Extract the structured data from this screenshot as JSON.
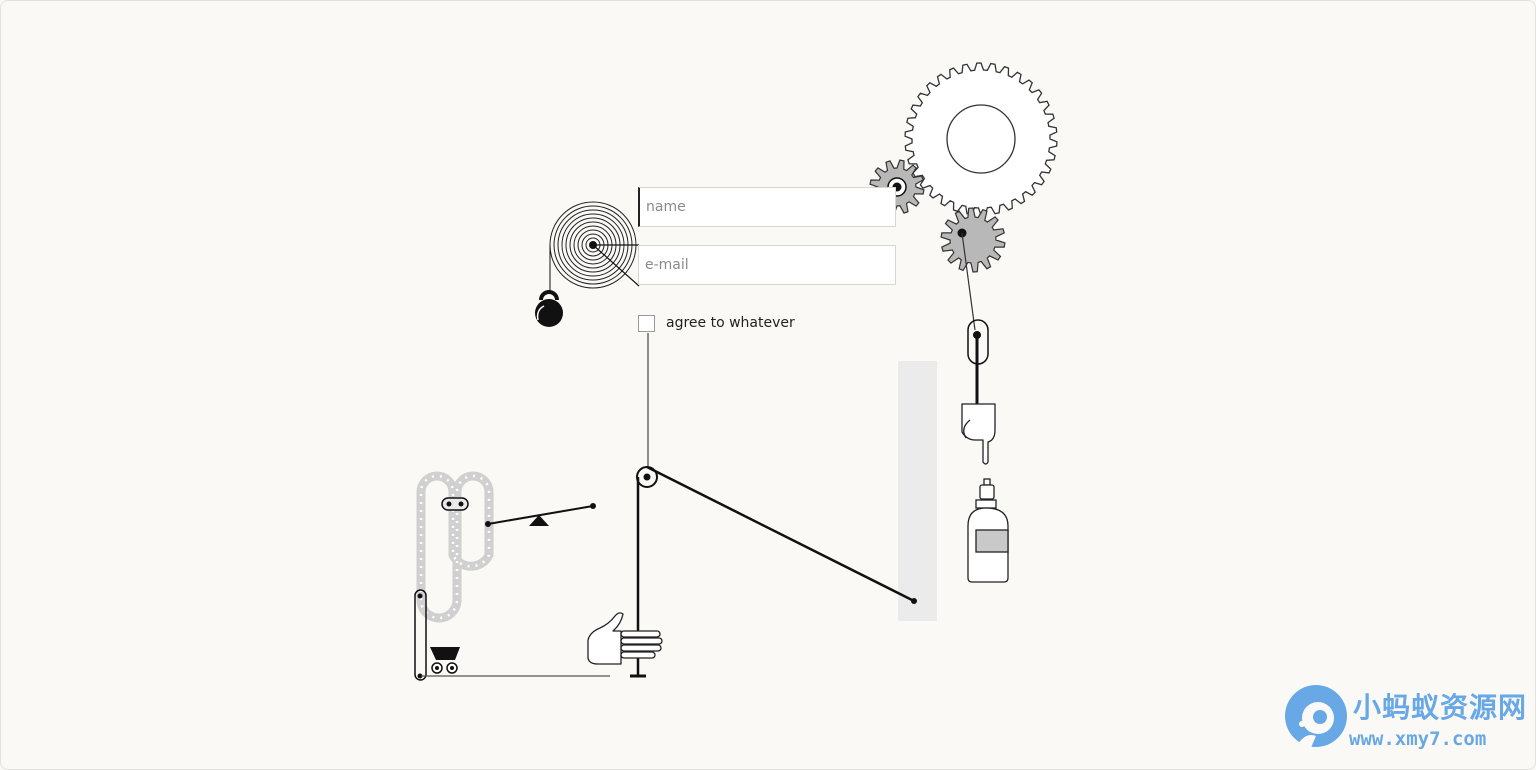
{
  "form": {
    "name_placeholder": "name",
    "email_placeholder": "e-mail",
    "agree_label": "agree to whatever",
    "agree_checked": false
  },
  "icons": [
    "spiral-spring-icon",
    "kettlebell-icon",
    "gear-icon",
    "hand-icon",
    "spray-bottle-icon",
    "conveyor-chain-icon",
    "seesaw-icon",
    "cart-icon",
    "pulley-icon"
  ],
  "watermark": {
    "title": "小蚂蚁资源网",
    "url": "www.xmy7.com"
  },
  "colors": {
    "background": "#faf9f6",
    "gear_fill": "#b8b8b8",
    "watermark": "#68a8e6",
    "ink": "#111111"
  }
}
